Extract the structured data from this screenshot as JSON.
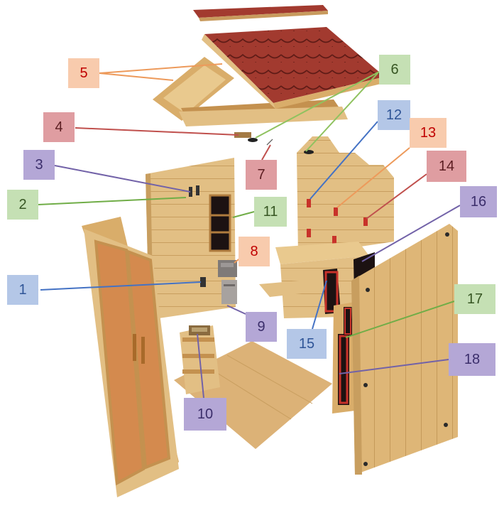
{
  "callouts": [
    {
      "label": "1",
      "bg": "#b4c7e7",
      "fg": "#2f5597"
    },
    {
      "label": "2",
      "bg": "#c5e0b4",
      "fg": "#375623"
    },
    {
      "label": "3",
      "bg": "#b4a7d6",
      "fg": "#3b2e6b"
    },
    {
      "label": "4",
      "bg": "#df9da1",
      "fg": "#5c1e22"
    },
    {
      "label": "5",
      "bg": "#f8cbad",
      "fg": "#c00000"
    },
    {
      "label": "6",
      "bg": "#c5e0b4",
      "fg": "#375623"
    },
    {
      "label": "7",
      "bg": "#df9da1",
      "fg": "#5c1e22"
    },
    {
      "label": "8",
      "bg": "#f8cbad",
      "fg": "#c00000"
    },
    {
      "label": "9",
      "bg": "#b4a7d6",
      "fg": "#3b2e6b"
    },
    {
      "label": "10",
      "bg": "#b4a7d6",
      "fg": "#3b2e6b"
    },
    {
      "label": "11",
      "bg": "#c5e0b4",
      "fg": "#375623"
    },
    {
      "label": "12",
      "bg": "#b4c7e7",
      "fg": "#2f5597"
    },
    {
      "label": "13",
      "bg": "#f8cbad",
      "fg": "#c00000"
    },
    {
      "label": "14",
      "bg": "#df9da1",
      "fg": "#5c1e22"
    },
    {
      "label": "15",
      "bg": "#b4c7e7",
      "fg": "#2f5597"
    },
    {
      "label": "16",
      "bg": "#b4a7d6",
      "fg": "#3b2e6b"
    },
    {
      "label": "17",
      "bg": "#c5e0b4",
      "fg": "#375623"
    },
    {
      "label": "18",
      "bg": "#b4a7d6",
      "fg": "#3b2e6b"
    }
  ],
  "colors": {
    "wood_light": "#e9c98e",
    "wood_mid": "#d9ad6a",
    "wood_dark": "#c4914f",
    "roof_shingle": "#a23a2f",
    "door_glass": "#d48a4e",
    "heater_black": "#1c1212",
    "heater_red": "#c8322a"
  }
}
